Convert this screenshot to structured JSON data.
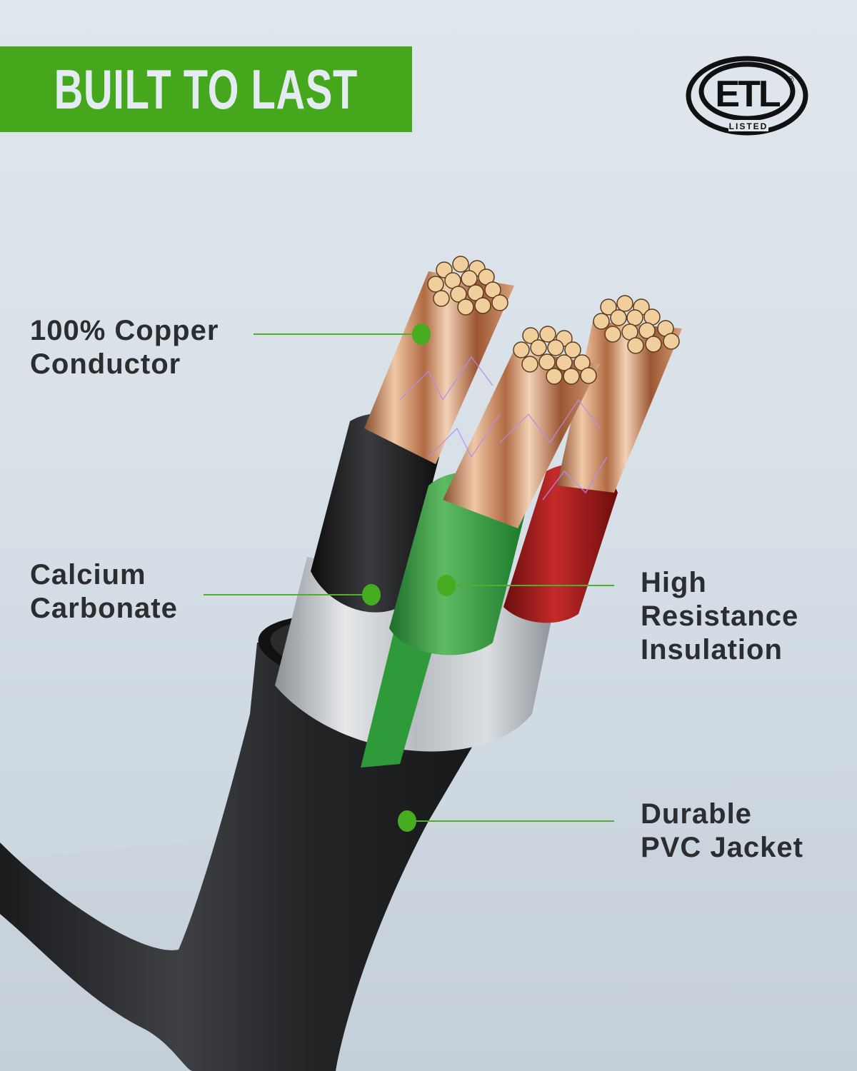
{
  "banner": {
    "title": "BUILT TO LAST",
    "color": "#45a81c"
  },
  "certification": {
    "mark": "ETL",
    "sub_label": "LISTED",
    "registered": "®"
  },
  "callouts": [
    {
      "id": "copper",
      "label": "100% Copper\nConductor",
      "side": "left"
    },
    {
      "id": "calcium",
      "label": "Calcium\nCarbonate",
      "side": "left"
    },
    {
      "id": "insulation",
      "label": "High\nResistance\nInsulation",
      "side": "right"
    },
    {
      "id": "jacket",
      "label": "Durable\nPVC Jacket",
      "side": "right"
    }
  ],
  "colors": {
    "background": "#dbe3ea",
    "accent_green": "#46ad21",
    "text": "#2b2d2f",
    "wire_black": "#1d1e20",
    "wire_green": "#2f9a3a",
    "wire_red": "#a11818",
    "copper": "#c98b5c",
    "jacket": "#2a2b2d"
  }
}
